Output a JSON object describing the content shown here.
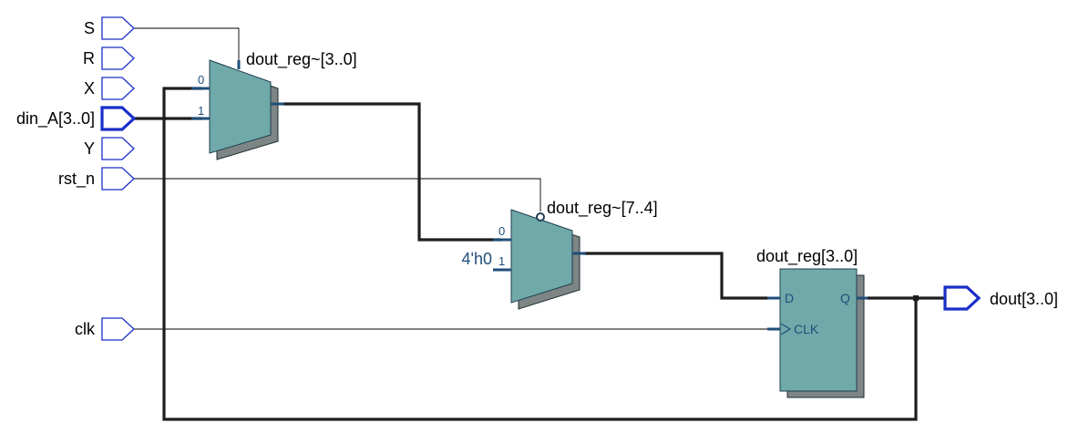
{
  "inputs": {
    "s": "S",
    "r": "R",
    "x": "X",
    "din_a": "din_A[3..0]",
    "y": "Y",
    "rst_n": "rst_n",
    "clk": "clk"
  },
  "outputs": {
    "dout": "dout[3..0]"
  },
  "mux1": {
    "name": "dout_reg~[3..0]",
    "pin0": "0",
    "pin1": "1"
  },
  "mux2": {
    "name": "dout_reg~[7..4]",
    "pin0": "0",
    "pin1": "1",
    "const": "4'h0"
  },
  "register": {
    "name": "dout_reg[3..0]",
    "pin_d": "D",
    "pin_q": "Q",
    "pin_clk": "CLK"
  },
  "colors": {
    "port_outline": "#1a2fc8",
    "block_fill": "#6fa9a9",
    "pin_text": "#1f4e79"
  }
}
